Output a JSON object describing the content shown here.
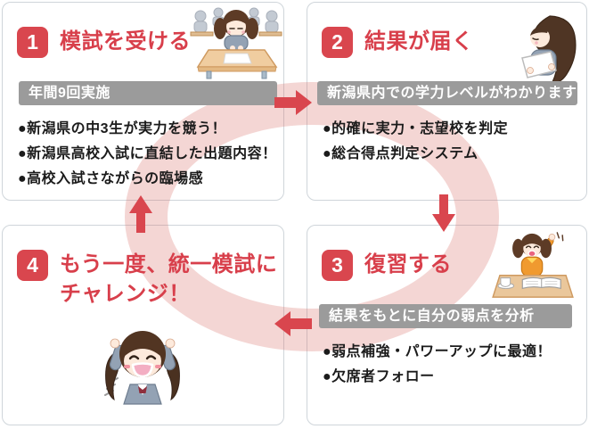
{
  "colors": {
    "accent": "#d9464e",
    "title_text": "#d83f4b",
    "banner_bg": "#9b9b9b",
    "banner_text": "#ffffff",
    "body_text": "#1b1b1b",
    "card_border": "#cfd5da",
    "ring": "rgba(217,118,112,0.30)"
  },
  "steps": [
    {
      "number": "1",
      "title": "模試を受ける",
      "banner": "年間9回実施",
      "bullets": [
        "●新潟県の中3生が実力を競う！",
        "●新潟県高校入試に直結した出題内容！",
        "●高校入試さながらの臨場感"
      ],
      "illustration": "girl-writing-at-exam-desk"
    },
    {
      "number": "2",
      "title": "結果が届く",
      "banner": "新潟県内での学力レベルがわかります",
      "bullets": [
        "●的確に実力・志望校を判定",
        "●総合得点判定システム"
      ],
      "illustration": "girl-reading-result-sheet"
    },
    {
      "number": "3",
      "title": "復習する",
      "banner": "結果をもとに自分の弱点を分析",
      "bullets": [
        "●弱点補強・パワーアップに最適！",
        "●欠席者フォロー"
      ],
      "illustration": "girl-studying-at-desk"
    },
    {
      "number": "4",
      "title": "もう一度、統一模試に",
      "title2": "チャレンジ！",
      "illustration": "girl-cheering"
    }
  ],
  "flow": {
    "ring": "cycle-ring",
    "arrow_1_to_2": "right",
    "arrow_2_to_3": "down",
    "arrow_3_to_4": "left",
    "arrow_4_to_1": "up"
  }
}
